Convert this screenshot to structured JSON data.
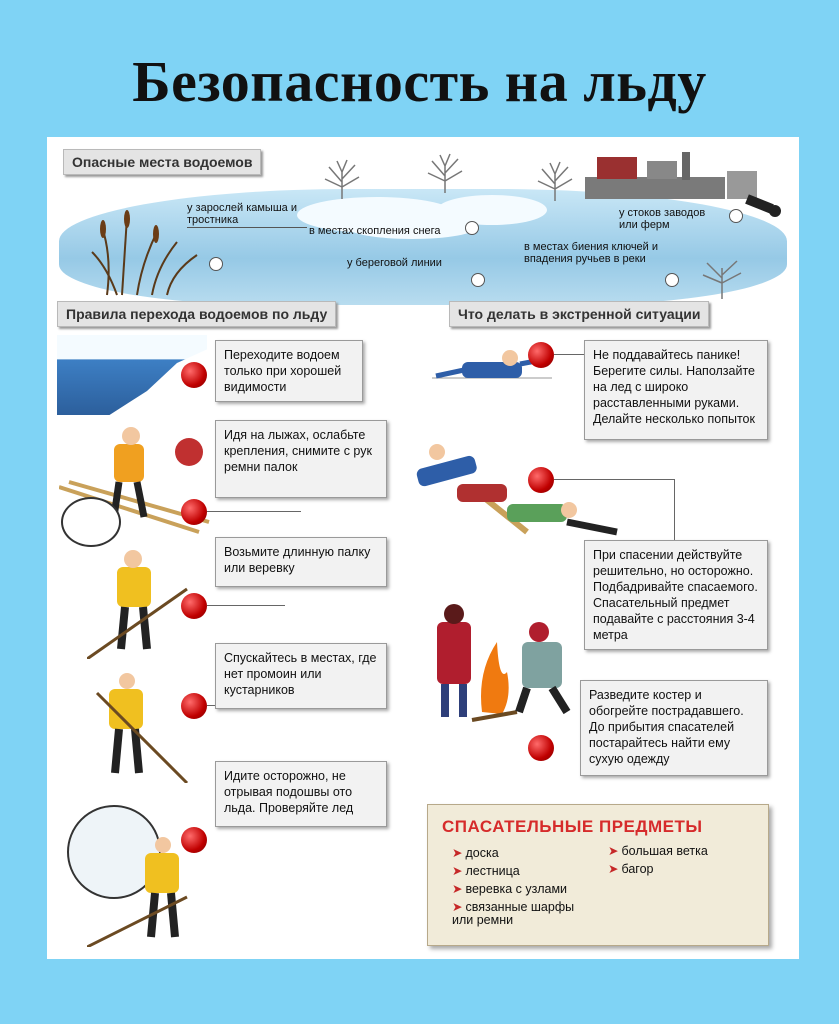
{
  "title": "Безопасность на льду",
  "sections": {
    "dangerous_places": "Опасные места водоемов",
    "crossing_rules": "Правила перехода водоемов по льду",
    "emergency": "Что делать в экстренной ситуации"
  },
  "lake_labels": {
    "reeds": "у зарослей камыша и тростника",
    "snow": "в местах скопления снега",
    "shore": "у береговой линии",
    "drains": "у стоков заводов или ферм",
    "springs": "в местах биения ключей и впадения ручьев в реки"
  },
  "rules": [
    "Переходите водоем только при хорошей видимости",
    "Идя на лыжах, ослабьте крепления, снимите с рук ремни палок",
    "Возьмите длинную палку или веревку",
    "Спускайтесь в местах, где нет промоин или кустарников",
    "Идите осторожно, не отрывая подошвы ото льда. Проверяйте лед"
  ],
  "emergency_steps": [
    "Не поддавайтесь панике! Берегите силы. Наползайте на лед с широко расставленными руками. Делайте несколько попыток",
    "При спасении действуйте решительно, но осторожно. Подбадривайте спасаемого. Спасательный предмет подавайте с расстояния 3-4 метра",
    "Разведите костер и обогрейте пострадавшего. До прибытия спасателей постарайтесь найти ему сухую одежду"
  ],
  "rescue_items": {
    "title": "СПАСАТЕЛЬНЫЕ ПРЕДМЕТЫ",
    "col1": [
      "доска",
      "лестница",
      "веревка с узлами",
      "связанные шарфы или ремни"
    ],
    "col2": [
      "большая ветка",
      "багор"
    ]
  },
  "colors": {
    "background": "#7fd3f5",
    "accent_red": "#c00000",
    "rescue_title": "#d62b2b"
  }
}
